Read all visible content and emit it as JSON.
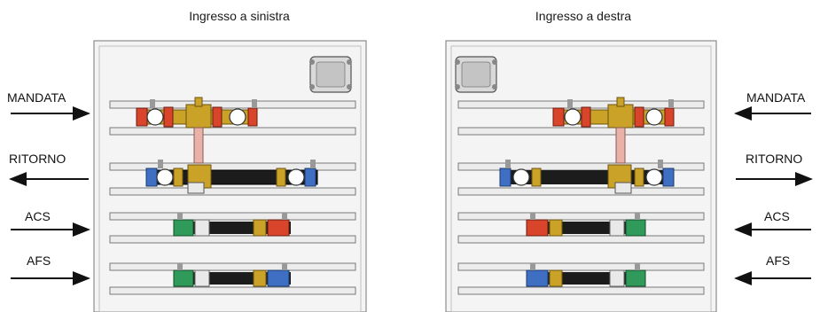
{
  "titles": {
    "left": "Ingresso a sinistra",
    "right": "Ingresso a destra"
  },
  "lines": [
    {
      "label": "MANDATA",
      "direction_left": "in",
      "direction_right": "in"
    },
    {
      "label": "RITORNO",
      "direction_left": "out",
      "direction_right": "out"
    },
    {
      "label": "ACS",
      "direction_left": "in",
      "direction_right": "in"
    },
    {
      "label": "AFS",
      "direction_left": "in",
      "direction_right": "in"
    }
  ],
  "colors": {
    "hot": "#d8452b",
    "cold": "#3e6fc2",
    "green": "#2f9a5a",
    "brass": "#c9a227",
    "pipe_black": "#1c1c1c",
    "frame": "#8c8c8c"
  }
}
